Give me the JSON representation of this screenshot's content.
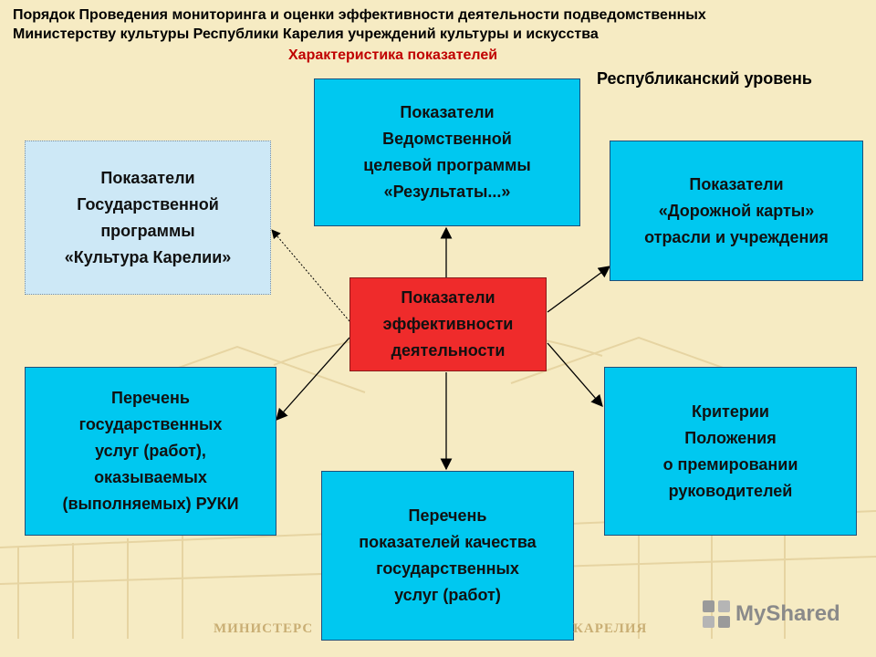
{
  "header": {
    "title_line1": "Порядок Проведения мониторинга и оценки эффективности деятельности подведомственных",
    "title_line2": "Министерству культуры Республики Карелия учреждений культуры и искусства",
    "subtitle": "Характеристика показателей",
    "level_label": "Республиканский уровень"
  },
  "center": {
    "label": "Показатели\nэффективности\nдеятельности"
  },
  "boxes": {
    "top": "Показатели\nВедомственной\nцелевой программы\n«Результаты...»",
    "top_left": "Показатели\nГосударственной\nпрограммы\n«Культура Карелии»",
    "top_right": "Показатели\n«Дорожной карты»\nотрасли и учреждения",
    "bottom_left": "Перечень\nгосударственных\nуслуг (работ),\nоказываемых\n(выполняемых) РУКИ",
    "bottom": "Перечень\nпоказателей качества\nгосударственных\nуслуг (работ)",
    "bottom_right": "Критерии\nПоложения\nо премировании\nруководителей"
  },
  "watermark": {
    "left_text": "МИНИСТЕРС",
    "right_text": "КАРЕЛИЯ",
    "logo_text": "MyShared"
  },
  "colors": {
    "box_fill": "#00c8f0",
    "box_light_fill": "#cde8f6",
    "center_fill": "#ef2b2b",
    "subtitle": "#c00000",
    "background": "#f6ebc3"
  }
}
